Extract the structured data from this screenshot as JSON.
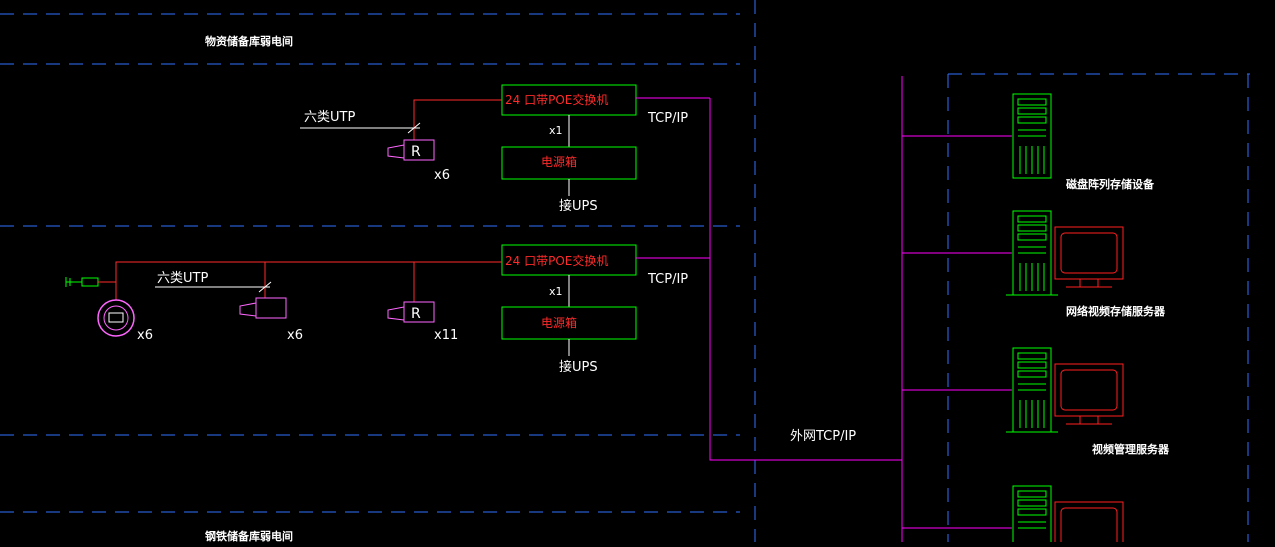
{
  "zones": {
    "top_title": "物资储备库弱电间",
    "bottom_title": "钢铁储备库弱电间"
  },
  "switch_block_1": {
    "switch_label": "24 口带POE交换机",
    "qty": "x1",
    "power_box": "电源箱",
    "ups": "接UPS",
    "link": "TCP/IP"
  },
  "switch_block_2": {
    "switch_label": "24 口带POE交换机",
    "qty": "x1",
    "power_box": "电源箱",
    "ups": "接UPS",
    "link": "TCP/IP"
  },
  "cameras_1": {
    "cable": "六类UTP",
    "count": "x6"
  },
  "cameras_2": {
    "cable": "六类UTP",
    "dome_count": "x6",
    "bullet_count": "x6",
    "ptz_count": "x11"
  },
  "wan_link": "外网TCP/IP",
  "servers": {
    "disk_array": "磁盘阵列存储设备",
    "nvr_server": "网络视频存储服务器",
    "vms_server": "视频管理服务器"
  },
  "colors": {
    "dash_line": "#2f6fff",
    "box_green": "#00ff00",
    "link_magenta": "#ff00ff",
    "feed_red": "#ff2a2a",
    "monitor_red": "#ff2020"
  }
}
